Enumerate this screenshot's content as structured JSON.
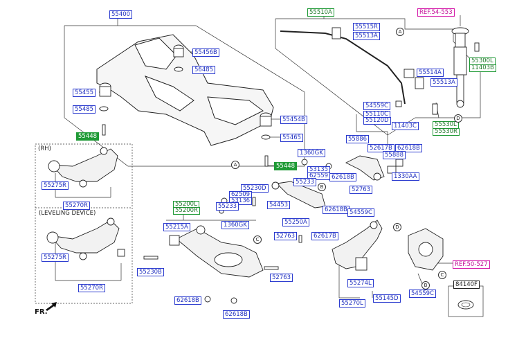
{
  "parts": {
    "p55400": "55400",
    "p55456B": "55456B",
    "p56485": "56485",
    "p55455": "55455",
    "p55485": "55485",
    "p55448a": "55448",
    "p55454B": "55454B",
    "p55465": "55465",
    "p55448b": "55448",
    "p55510A": "55510A",
    "p55515R": "55515R",
    "p55513A_top": "55513A",
    "pREF54": "REF.54-553",
    "p55300L": "55300L",
    "p11403B": "11403B",
    "p55514A": "55514A",
    "p55513A_mid": "55513A",
    "p54559C_a": "54559C",
    "p55110C": "55110C",
    "p55120D": "55120D",
    "p11403C": "11403C",
    "p55530L": "55530L",
    "p55530R": "55530R",
    "p55886": "55886",
    "p52617B_a": "52617B",
    "p62618B_a": "62618B",
    "p55888": "55888",
    "p1360GK_a": "1360GK",
    "p53135": "53135",
    "p62559": "62559",
    "p62618B_b": "62618B",
    "p1330AA": "1330AA",
    "p55233_a": "55233",
    "p55230D": "55230D",
    "p62509": "62509",
    "p53136": "53136",
    "p55233_b": "55233",
    "p1360GK_b": "1360GK",
    "p54453": "54453",
    "p52763_a": "52763",
    "p62618B_c": "62618B",
    "p54559C_b": "54559C",
    "p55250A": "55250A",
    "p52763_b": "52763",
    "p62617B": "62617B",
    "p55200L": "55200L",
    "p55200R": "55200R",
    "p55215A": "55215A",
    "p55230B": "55230B",
    "p52763_c": "52763",
    "p62618B_d": "62618B",
    "p62618B_e": "62618B",
    "p55275R_a": "55275R",
    "p55270R_a": "55270R",
    "p55275R_b": "55275R",
    "p55270R_b": "55270R",
    "pREF50": "REF.50-527",
    "p55274L": "55274L",
    "p55270L": "55270L",
    "p55145D": "55145D",
    "p54559C_c": "54559C",
    "p84140F": "84140F"
  },
  "markers": {
    "A": "A",
    "B": "B",
    "C": "C",
    "D": "D"
  },
  "sections": {
    "rh": "(RH)",
    "leveling": "(LEVELING DEVICE)"
  },
  "fr": "FR."
}
